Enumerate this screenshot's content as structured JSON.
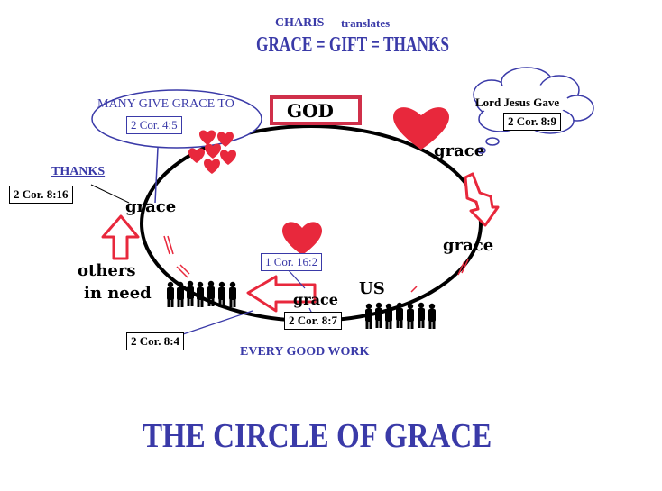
{
  "header": {
    "charis": "CHARIS",
    "translates": "translates",
    "equation": "GRACE = GIFT = THANKS"
  },
  "god_label": "GOD",
  "top_left_callout": {
    "title": "MANY GIVE GRACE TO",
    "ref": "2 Cor. 4:5"
  },
  "top_right_callout": {
    "title": "Lord Jesus Gave",
    "ref": "2 Cor. 8:9"
  },
  "thanks": {
    "label": "THANKS",
    "ref": "2 Cor. 8:16"
  },
  "grace_labels": {
    "top_right": "grace",
    "right": "grace",
    "left": "grace",
    "center": "grace"
  },
  "others_in_need": {
    "line1": "others",
    "line2": "in need"
  },
  "us_label": "US",
  "refs": {
    "center_top": "1 Cor. 16:2",
    "center_bottom": "2 Cor. 8:7",
    "bottom_left": "2 Cor. 8:4"
  },
  "every_good_work": "EVERY GOOD WORK",
  "footer_title": "THE CIRCLE OF GRACE",
  "colors": {
    "blue_text": "#3a3aa8",
    "heart_red": "#e8283c",
    "arrow_red": "#e8283c",
    "god_border": "#d0304a"
  }
}
